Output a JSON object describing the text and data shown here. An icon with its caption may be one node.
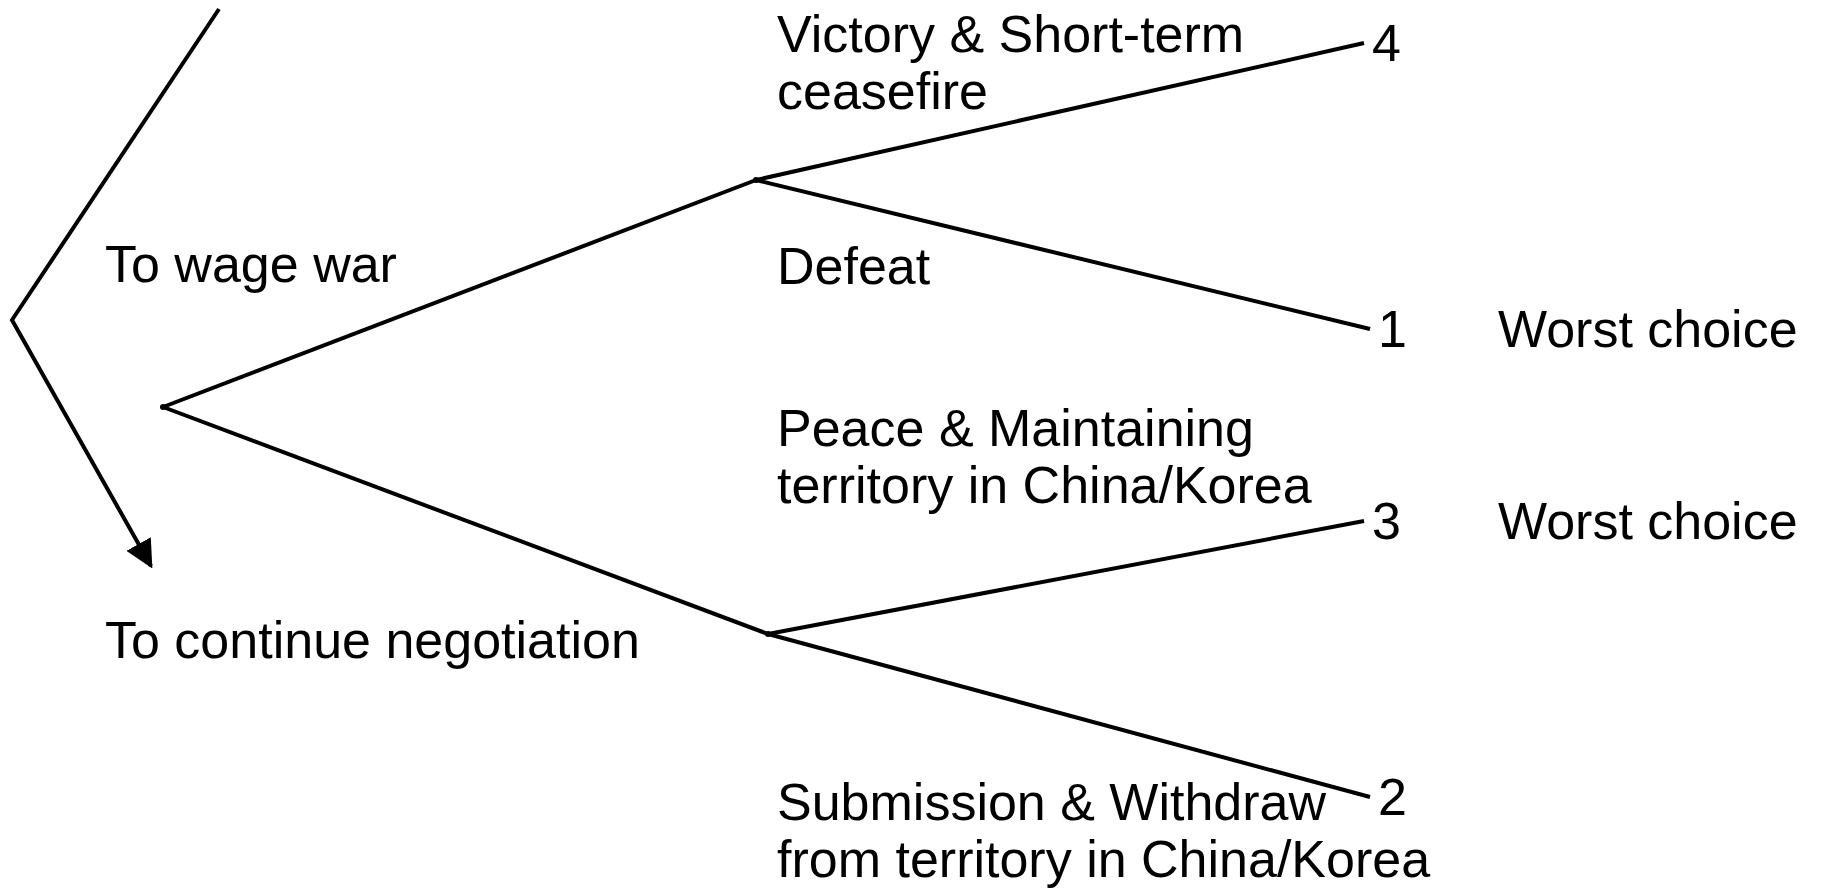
{
  "diagram": {
    "nodes": [
      {
        "text": [],
        "shape": "point"
      },
      {
        "text": [],
        "shape": "point"
      },
      {
        "text": [],
        "shape": "point"
      },
      {
        "text": [
          "4"
        ]
      },
      {
        "text": [
          "1"
        ],
        "beside": [
          "Worst choice"
        ]
      },
      {
        "text": [
          "3"
        ],
        "beside": [
          "Worst choice"
        ]
      },
      {
        "text": [
          "2"
        ]
      }
    ],
    "edges": [
      {
        "from": 0,
        "to": 1,
        "arrow": "none",
        "label": "To wage war"
      },
      {
        "from": 0,
        "to": 2,
        "arrow": "none",
        "label": "To continue negotiation"
      },
      {
        "from": 1,
        "to": 3,
        "arrow": "none",
        "label": "Victory & Short-term ceasefire"
      },
      {
        "from": 1,
        "to": 4,
        "arrow": "none",
        "label": "Defeat"
      },
      {
        "from": 2,
        "to": 5,
        "arrow": "none",
        "label": "Peace & Maintaining territory in China/Korea"
      },
      {
        "from": 2,
        "to": 6,
        "arrow": "none",
        "label": "Submission & Withdraw from territory in China/Korea"
      }
    ]
  }
}
